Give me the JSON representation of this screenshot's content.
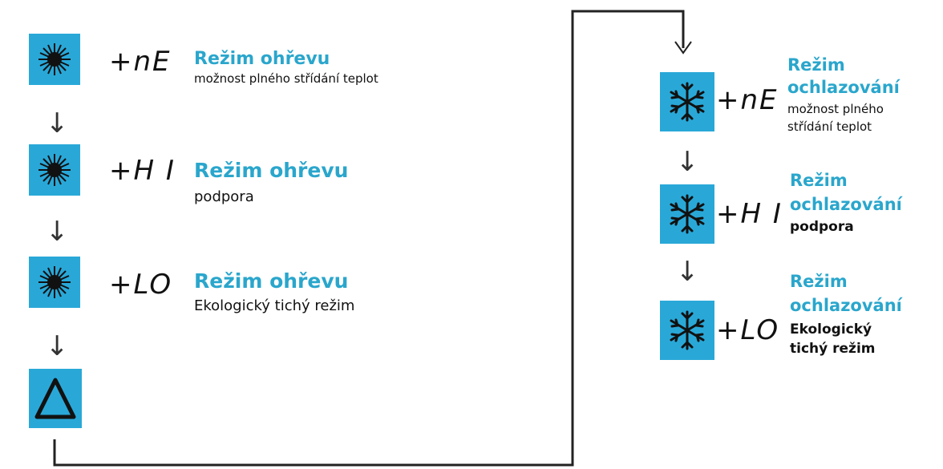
{
  "left": [
    {
      "code": "+nE",
      "title": "Režim ohřevu",
      "sub": "možnost plného střídání teplot",
      "icon": "sun-icon"
    },
    {
      "code": "+H I",
      "title": "Režim ohřevu",
      "sub": "podpora",
      "icon": "sun-icon"
    },
    {
      "code": "+LO",
      "title": "Režim ohřevu",
      "sub": "Ekologický tichý režim",
      "icon": "sun-icon"
    }
  ],
  "auto_icon": "triangle-icon",
  "right": [
    {
      "code": "+nE",
      "title_1": "Režim",
      "title_2": "ochlazování",
      "sub_1": "možnost plného",
      "sub_2": "střídání teplot",
      "icon": "snowflake-icon"
    },
    {
      "code": "+H I",
      "title_1": "Režim",
      "title_2": "ochlazování",
      "sub_1": "podpora",
      "sub_2": "",
      "icon": "snowflake-icon"
    },
    {
      "code": "+LO",
      "title_1": "Režim",
      "title_2": "ochlazování",
      "sub_1": "Ekologický",
      "sub_2": "tichý režim",
      "icon": "snowflake-icon"
    }
  ],
  "arrow_glyph": "↓",
  "colors": {
    "tile": "#29a8d8",
    "title": "#2aa6cc",
    "text": "#111111"
  }
}
